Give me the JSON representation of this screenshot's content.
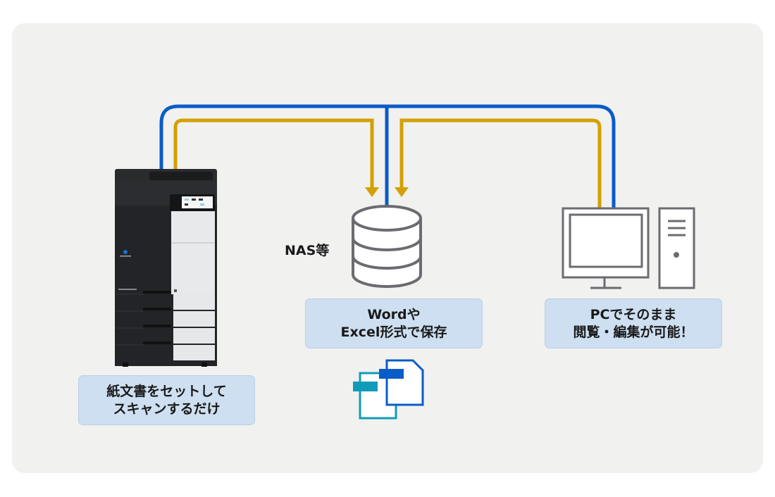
{
  "diagram": {
    "nodes": {
      "printer": {
        "caption_line1": "紙文書をセットして",
        "caption_line2": "スキャンするだけ"
      },
      "nas": {
        "label": "NAS等",
        "caption_line1": "Wordや",
        "caption_line2": "Excel形式で保存"
      },
      "pc": {
        "caption_line1": "PCでそのまま",
        "caption_line2": "閲覧・編集が可能！"
      }
    },
    "icons": [
      "multifunction-printer-icon",
      "nas-database-icon",
      "document-files-icon",
      "desktop-pc-icon"
    ],
    "connections": [
      {
        "from": "printer",
        "to": "nas",
        "color": "#d4a000",
        "type": "arrow"
      },
      {
        "from": "pc",
        "to": "nas",
        "color": "#d4a000",
        "type": "arrow"
      },
      {
        "from": "printer",
        "to": "pc",
        "color": "#0a5cc8",
        "type": "network-line",
        "branch_to": "nas"
      }
    ],
    "colors": {
      "background": "#f1f1f0",
      "caption_box": "#cddff0",
      "network_blue": "#0a5cc8",
      "flow_gold": "#d4a000",
      "icon_gray": "#6b6b70",
      "doc_teal": "#109bb8",
      "doc_blue": "#0a5cc8"
    }
  }
}
